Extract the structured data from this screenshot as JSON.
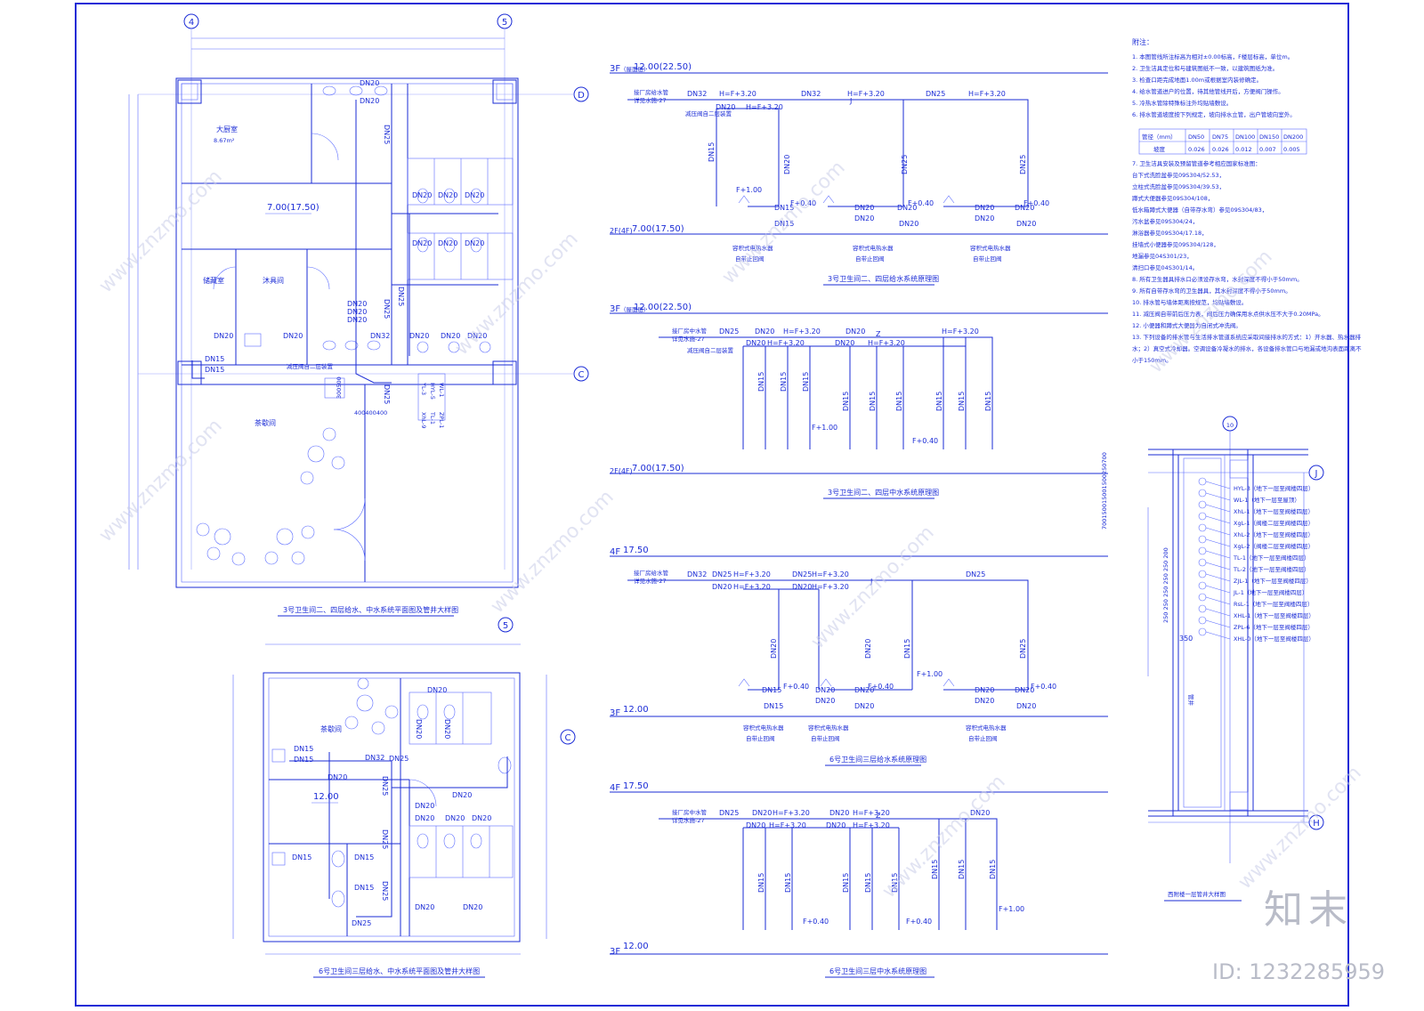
{
  "plan_a": {
    "axes": [
      "4",
      "5",
      "D",
      "C"
    ],
    "rooms": {
      "r1": "大厨室",
      "r1_area": "8.67m²",
      "r2": "储藏室",
      "r3": "沐具间",
      "r4": "茶歇间",
      "level": "7.00(17.50)"
    },
    "labels": {
      "dn20": "DN20",
      "dn25": "DN25",
      "dn15": "DN15",
      "dn32": "DN32",
      "l1": "减压阀自二层装置",
      "p1": "YL-3",
      "p2": "HYL-5",
      "p3": "WL-1",
      "p4": "XhL-9",
      "p5": "TL-1",
      "p6": "ZPL-1",
      "dim1": "300500",
      "dim2": "400400400"
    },
    "title": "3号卫生间二、四层给水、中水系统平面图及管井大样图"
  },
  "plan_b": {
    "axes": [
      "5",
      "C"
    ],
    "rooms": {
      "r1": "茶歇间",
      "level": "12.00"
    },
    "labels": {
      "dn20": "DN20",
      "dn25": "DN25",
      "dn15": "DN15",
      "dn32": "DN32"
    },
    "title": "6号卫生间三层给水、中水系统平面图及管井大样图"
  },
  "sys1": {
    "level_top": "3F",
    "top_sub": "（屋面层）",
    "top_val": "12.00(22.50)",
    "level_bot": "2F(4F)",
    "bot_val": "7.00(17.50)",
    "src1": "接厂房给水管",
    "src2": "详见水施-27",
    "valve": "减压阀自二层装置",
    "dn32": "DN32",
    "dn25": "DN25",
    "dn20": "DN20",
    "dn15": "DN15",
    "h1": "H=F+3.20",
    "f040": "F+0.40",
    "f100": "F+1.00",
    "j": "J",
    "heater": "容积式电热水器",
    "valve2": "自带止回阀",
    "title": "3号卫生间二、四层给水系统原理图"
  },
  "sys2": {
    "level_top": "3F",
    "top_sub": "（屋面层）",
    "top_val": "12.00(22.50)",
    "level_bot": "2F(4F)",
    "bot_val": "7.00(17.50)",
    "src1": "接厂房中水管",
    "src2": "详见水施-27",
    "valve": "减压阀自二层装置",
    "dn25": "DN25",
    "dn20": "DN20",
    "dn15": "DN15",
    "h1": "H=F+3.20",
    "f040": "F+0.40",
    "f100": "F+1.00",
    "z": "Z",
    "title": "3号卫生间二、四层中水系统原理图"
  },
  "sys3": {
    "level_top": "4F",
    "top_val": "17.50",
    "level_bot": "3F",
    "bot_val": "12.00",
    "src1": "接厂房给水管",
    "src2": "详见水施-27",
    "dn32": "DN32",
    "dn25": "DN25",
    "dn20": "DN20",
    "dn15": "DN15",
    "h1": "H=F+3.20",
    "f040": "F+0.40",
    "f100": "F+1.00",
    "j": "J",
    "heater": "容积式电热水器",
    "valve2": "自带止回阀",
    "title": "6号卫生间三层给水系统原理图"
  },
  "sys4": {
    "level_top": "4F",
    "top_val": "17.50",
    "level_bot": "3F",
    "bot_val": "12.00",
    "src1": "接厂房中水管",
    "src2": "详见水施-27",
    "dn25": "DN25",
    "dn20": "DN20",
    "dn15": "DN15",
    "h1": "H=F+3.20",
    "f040": "F+0.40",
    "f100": "F+1.00",
    "z": "Z",
    "title": "6号卫生间三层中水系统原理图"
  },
  "notes": {
    "head": "附注：",
    "items": [
      "1. 本图管线所注标高为相对±0.00标高，F楼层标高，单位m。",
      "2. 卫生洁具定位和与建筑图纸不一致，以建筑图纸为准。",
      "3. 检查口距完成地面1.00m或根据室内装修确定。",
      "4. 给水管道进户的位置，待其他管线开后，方便阀门操作。",
      "5. 冷热水管除特殊标注外均贴墙敷设。",
      "6. 排水管道坡度按下列规定，坡向排水立管，出户管坡向室外。"
    ],
    "table_h": [
      "管径（mm）",
      "DN50",
      "DN75",
      "DN100",
      "DN150",
      "DN200"
    ],
    "table_r": [
      "坡度",
      "0.026",
      "0.026",
      "0.012",
      "0.007",
      "0.005"
    ],
    "items2": [
      "7. 卫生洁具安装及预留管道参考相应国家标准图：",
      "台下式洗脸盆参见09S304/52.53，",
      "立柱式洗脸盆参见09S304/39.53，",
      "蹲式大便器参见09S304/108，",
      "低水箱蹲式大便器（自带存水弯）参见09S304/83，",
      "污水盆参见09S304/24，",
      "淋浴器参见09S304/17.18，",
      "挂墙式小便器参见09S304/128，",
      "地漏参见04S301/23，",
      "清扫口参见04S301/14。",
      "8. 所有卫生器具排水口必须设存水弯，水封深度不得小于50mm。",
      "9. 所有自带存水弯的卫生器具，其水封深度不得小于50mm。",
      "10. 排水管与墙体距离按规范，均贴墙敷设。",
      "11. 减压阀自带前后压力表，阀后压力确保用水点供水压不大于0.20MPa。",
      "12. 小便器和蹲式大便器为自闭式冲洗阀。",
      "13. 下列设备的排水管与生活排水管道系统应采取间接排水的方式：1）开水器、热水器排",
      "水；2）真空式冷却器。空调设备冷凝水的排水，各设备排水管口与地漏或地沟表面距离不",
      "小于150mm。"
    ]
  },
  "shaft": {
    "axes": [
      "10",
      "J",
      "H"
    ],
    "pipes": [
      "HYL-3（地下一层至阀楼四层）",
      "WL-1（地下一层至屋顶）",
      "XhL-1（地下一层至阀楼四层）",
      "XgL-1（阀楼二层至阀楼四层）",
      "XhL-2（地下一层至阀楼四层）",
      "XgL-2（阀楼二层至阀楼四层）",
      "TL-1（地下一层至阀楼四层）",
      "TL-2（地下一层至阀楼四层）",
      "ZJL-1（地下一层至阀楼四层）",
      "JL-1（地下一层至阀楼四层）",
      "RsL-1（地下一层至阀楼四层）",
      "XHL-1（地下一层至阀楼四层）",
      "ZPL-6（地下一层至阀楼四层）",
      "XHL-0（地下一层至阀楼四层）"
    ],
    "dims_top": "700150015001500250700",
    "dims_mid": "250 250 250 250 250 200",
    "d350": "350",
    "tag": "管井",
    "title": "西附楼一层管井大样图"
  },
  "brand": {
    "name": "知末",
    "id": "ID: 1232285959"
  },
  "watermark": "www.znzmo.com"
}
